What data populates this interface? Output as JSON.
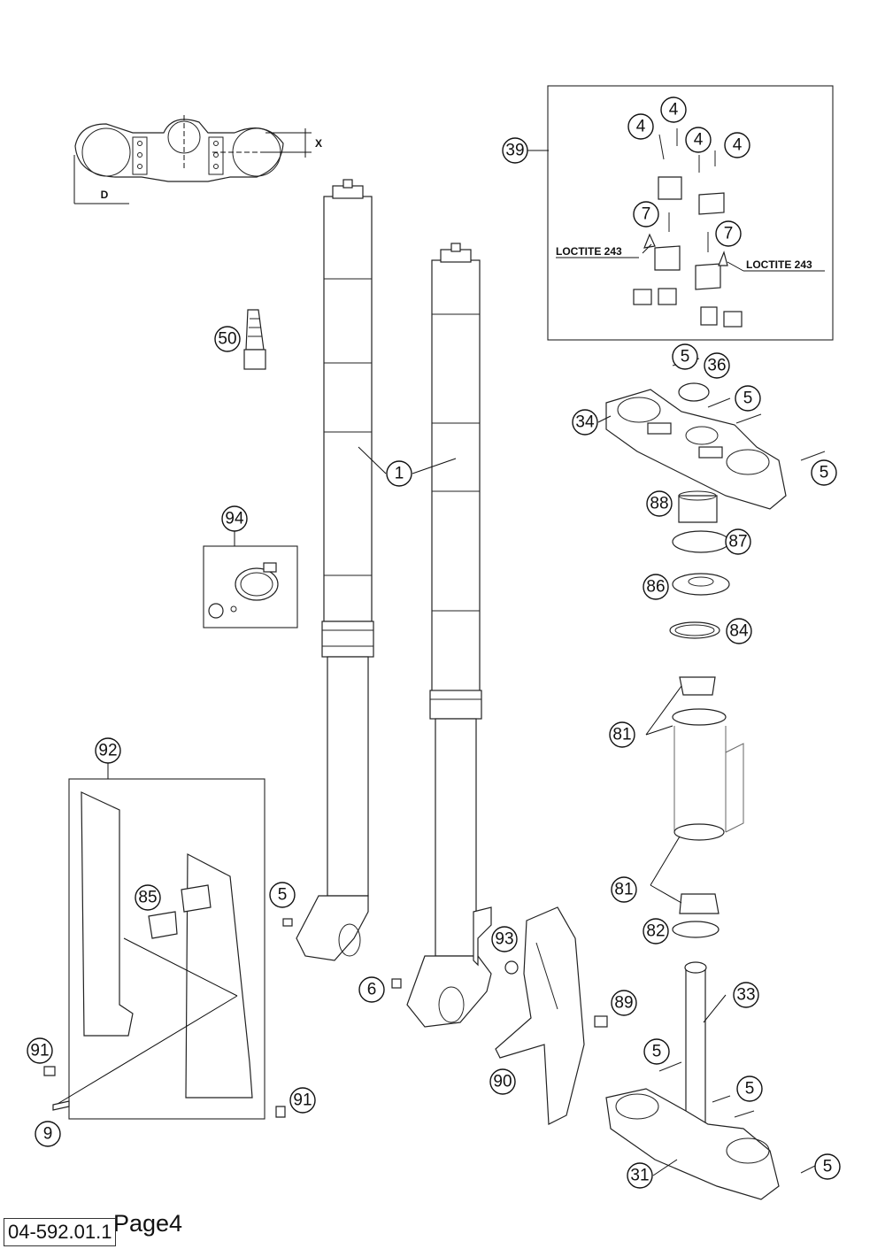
{
  "doc_number": "04-592.01.1",
  "page_label": "Page4",
  "dimension_labels": {
    "d": "D",
    "x": "X"
  },
  "loctite_labels": [
    "LOCTITE 243",
    "LOCTITE 243"
  ],
  "callouts": [
    "1",
    "4",
    "4",
    "4",
    "4",
    "5",
    "5",
    "5",
    "5",
    "5",
    "5",
    "5",
    "6",
    "7",
    "7",
    "9",
    "31",
    "33",
    "34",
    "36",
    "39",
    "50",
    "81",
    "81",
    "82",
    "84",
    "85",
    "86",
    "87",
    "88",
    "89",
    "90",
    "91",
    "91",
    "92",
    "93",
    "94"
  ]
}
